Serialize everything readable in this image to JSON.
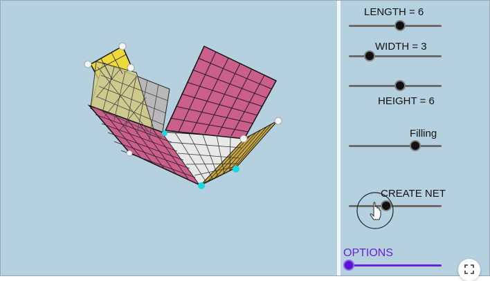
{
  "sliders": {
    "length": {
      "label": "LENGTH = 6",
      "value": 6,
      "min": 1,
      "max": 10
    },
    "width": {
      "label": "WIDTH = 3",
      "value": 3,
      "min": 1,
      "max": 10
    },
    "height": {
      "label": "HEIGHT = 6",
      "value": 6,
      "min": 1,
      "max": 10
    },
    "filling": {
      "label": "Filling",
      "fraction": 0.72
    },
    "create_net": {
      "label": "CREATE NET",
      "fraction": 0.4
    },
    "options": {
      "label": "OPTIONS",
      "fraction": 0.0
    }
  },
  "colors": {
    "background": "#b5d0df",
    "pink_face": "#c95f8a",
    "yellow_face": "#efd83a",
    "base_face": "#e8e8e8",
    "grey_face": "#b8b8b8",
    "accent": "#6a22d8",
    "cyan_point": "#18d8e0"
  },
  "icons": {
    "fullscreen": "fullscreen-icon",
    "cursor": "hand-cursor-icon"
  }
}
